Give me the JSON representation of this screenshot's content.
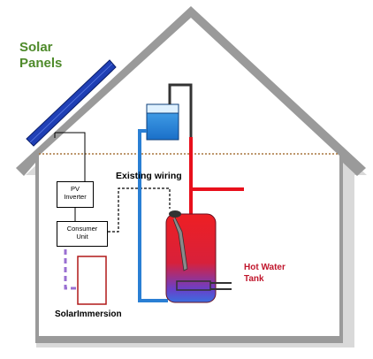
{
  "labels": {
    "solar_line1": "Solar",
    "solar_line2": "Panels",
    "existing_wiring": "Existing wiring",
    "pv_inverter_line1": "PV",
    "pv_inverter_line2": "Inverter",
    "consumer_unit_line1": "Consumer",
    "consumer_unit_line2": "Unit",
    "hot_water_line1": "Hot Water",
    "hot_water_line2": "Tank",
    "solar_immersion": "SolarImmersion"
  },
  "colors": {
    "house_outline": "#8a8a8a",
    "solar_panel": "#1f3fb8",
    "hot_pipe": "#e8101c",
    "cold_pipe": "#2a7fd4",
    "tank_hot": "#ee1f23",
    "tank_cold": "#3a6fe0",
    "loft_line": "#a8763e",
    "solar_label": "#4e8a2a",
    "hot_water_label": "#c0162c",
    "immersion_link": "#9a6fd2",
    "immersion_unit": "#b01818"
  }
}
